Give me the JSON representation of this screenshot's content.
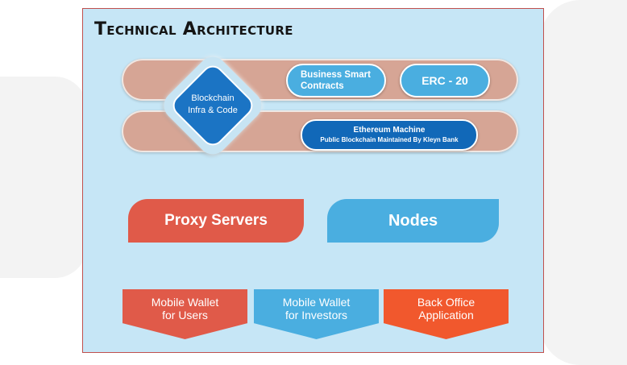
{
  "title": "Technical Architecture",
  "center_node": {
    "line1": "Blockchain",
    "line2": "Infra & Code"
  },
  "top_band": {
    "business_contracts": [
      "Business Smart",
      "Contracts"
    ],
    "erc": "ERC - 20"
  },
  "bottom_band": {
    "ethereum_title": "Ethereum Machine",
    "ethereum_subtitle": "Public Blockchain Maintained By Kleyn Bank"
  },
  "middle": {
    "proxy": "Proxy Servers",
    "nodes": "Nodes"
  },
  "bottom": [
    {
      "line1": "Mobile Wallet",
      "line2": "for Users"
    },
    {
      "line1": "Mobile Wallet",
      "line2": "for Investors"
    },
    {
      "line1": "Back Office",
      "line2": "Application"
    }
  ],
  "colors": {
    "panel": "#c6e6f6",
    "band": "#d6a595",
    "light_blue": "#4aaee0",
    "dark_blue": "#1168b8",
    "red": "#e05a49",
    "orange": "#f1582d"
  }
}
